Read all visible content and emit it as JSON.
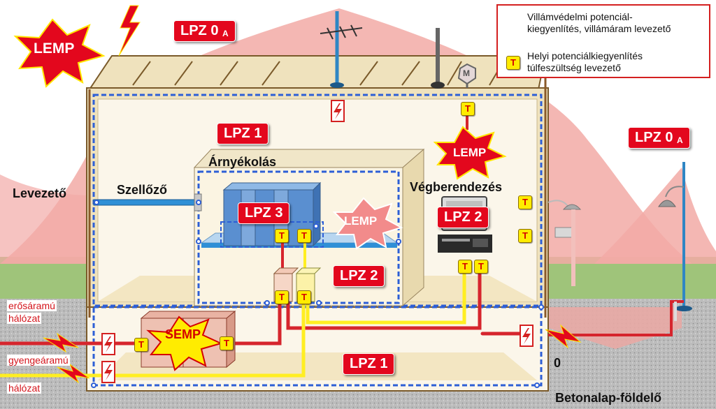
{
  "legend": {
    "lightning_equipotential_line1": "Villámvédelmi potenciál-",
    "lightning_equipotential_line2": "kiegyenlítés, villámáram levezető",
    "local_equipotential_line1": "Helyi potenciálkiegyenlítés",
    "local_equipotential_line2": "túlfeszültség levezető",
    "badge_letter": "T"
  },
  "labels": {
    "lemp": "LEMP",
    "semp": "SEMP",
    "shielding": "Árnyékolás",
    "ventilation": "Szellőző",
    "down_conductor": "Levezető",
    "terminal_equipment": "Végberendezés",
    "power_network_line1": "erősáramú",
    "power_network_line2": "hálózat",
    "lowcurrent_network_line1": "gyengeáramú",
    "lowcurrent_network_line2": "hálózat",
    "foundation_earth": "Betonalap-földelő",
    "zero": "0",
    "motor_letter": "M"
  },
  "zones": {
    "lpz0a_top": "LPZ 0",
    "lpz0a_right": "LPZ 0",
    "lpz0a_sub": "A",
    "lpz1_top": "LPZ 1",
    "lpz1_bottom": "LPZ 1",
    "lpz2_cabinet": "LPZ 2",
    "lpz2_terminal": "LPZ 2",
    "lpz3": "LPZ 3"
  },
  "colors": {
    "lpz_badge": "#e3071d",
    "protection_zone": "#f2aaa6",
    "building_wall": "#e8dcb8",
    "shield_line": "#2d5fd6",
    "power_line": "#d6252d",
    "signal_line": "#ffee22",
    "surge_badge": "#ffec00",
    "ground": "#8fb562"
  },
  "icons": [
    "lightning-bolt-icon",
    "lightning-arrester-icon",
    "surge-protector-t-icon",
    "motor-m-icon",
    "lamp-icon",
    "antenna-icon"
  ]
}
